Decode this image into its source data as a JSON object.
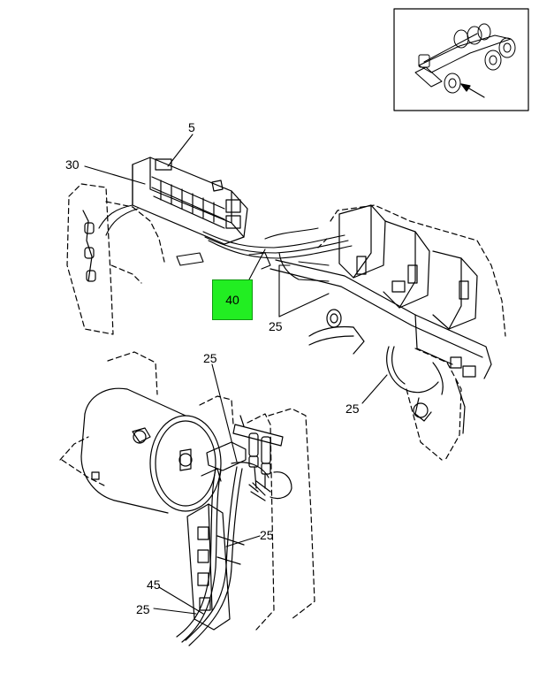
{
  "callouts": {
    "c5": "5",
    "c30": "30",
    "c40": "40",
    "c25_mid": "25",
    "c25_right": "25",
    "c25_tank_top": "25",
    "c25_tank_mid": "25",
    "c45": "45",
    "c25_bottom": "25"
  },
  "highlight": {
    "color": "#22ee22",
    "item": "40"
  }
}
